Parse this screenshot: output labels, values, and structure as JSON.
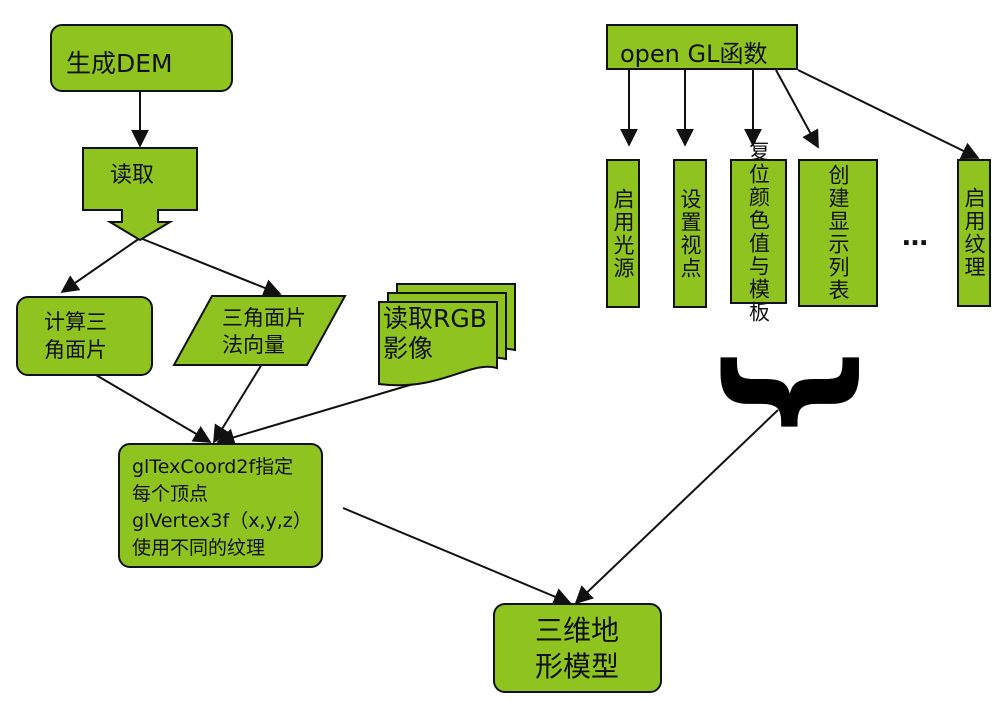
{
  "title": "",
  "colors": {
    "node_fill": "#8fc31f",
    "stroke": "#111111"
  },
  "left_flow": {
    "generate_dem": "生成DEM",
    "read": "读取",
    "compute_triangles": "计算三\n角面片",
    "triangle_normals": "三角面片\n法向量",
    "read_rgb_image": "读取RGB\n影像",
    "texture_spec": "glTexCoord2f指定\n每个顶点\nglVertex3f（x,y,z）\n使用不同的纹理"
  },
  "opengl": {
    "header": "open GL函数",
    "items": [
      {
        "label": "启用光源"
      },
      {
        "label": "设置视点"
      },
      {
        "label": "复位颜色值与模板"
      },
      {
        "label": "创建显示列表"
      },
      {
        "label": "启用纹理"
      }
    ],
    "ellipsis": "…",
    "brace": "}"
  },
  "result": {
    "label": "三维地\n形模型"
  }
}
